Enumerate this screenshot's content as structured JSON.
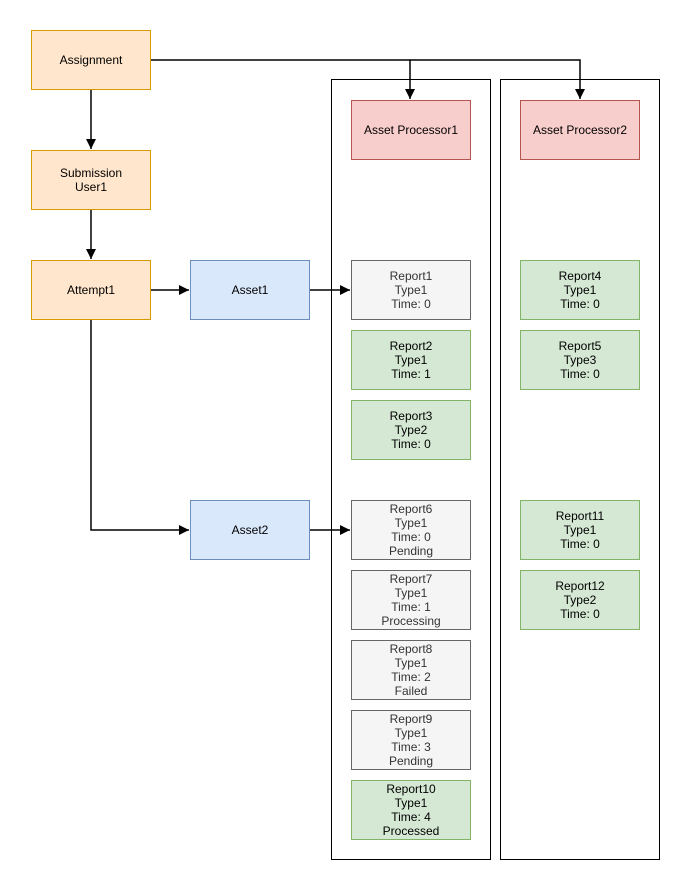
{
  "nodes": {
    "assignment": {
      "label": "Assignment"
    },
    "submission": {
      "label": "Submission\nUser1"
    },
    "attempt1": {
      "label": "Attempt1"
    },
    "asset1": {
      "label": "Asset1"
    },
    "asset2": {
      "label": "Asset2"
    }
  },
  "processors": [
    {
      "label": "Asset Processor1",
      "reports": [
        {
          "name": "Report1",
          "type": "Type1",
          "time": "Time: 0",
          "variant": "gray"
        },
        {
          "name": "Report2",
          "type": "Type1",
          "time": "Time: 1",
          "variant": "green"
        },
        {
          "name": "Report3",
          "type": "Type2",
          "time": "Time: 0",
          "variant": "green"
        },
        {
          "name": "Report6",
          "type": "Type1",
          "time": "Time: 0",
          "status": "Pending",
          "variant": "gray"
        },
        {
          "name": "Report7",
          "type": "Type1",
          "time": "Time: 1",
          "status": "Processing",
          "variant": "gray"
        },
        {
          "name": "Report8",
          "type": "Type1",
          "time": "Time: 2",
          "status": "Failed",
          "variant": "gray"
        },
        {
          "name": "Report9",
          "type": "Type1",
          "time": "Time: 3",
          "status": "Pending",
          "variant": "gray"
        },
        {
          "name": "Report10",
          "type": "Type1",
          "time": "Time: 4",
          "status": "Processed",
          "variant": "green"
        }
      ]
    },
    {
      "label": "Asset Processor2",
      "reports": [
        {
          "name": "Report4",
          "type": "Type1",
          "time": "Time: 0",
          "variant": "green"
        },
        {
          "name": "Report5",
          "type": "Type3",
          "time": "Time: 0",
          "variant": "green"
        },
        {
          "name": "Report11",
          "type": "Type1",
          "time": "Time: 0",
          "variant": "green"
        },
        {
          "name": "Report12",
          "type": "Type2",
          "time": "Time: 0",
          "variant": "green"
        }
      ]
    }
  ],
  "edges": [
    {
      "from": "Assignment",
      "to": "Submission User1"
    },
    {
      "from": "Submission User1",
      "to": "Attempt1"
    },
    {
      "from": "Attempt1",
      "to": "Asset1"
    },
    {
      "from": "Attempt1",
      "to": "Asset2"
    },
    {
      "from": "Asset1",
      "to": "Report1"
    },
    {
      "from": "Asset2",
      "to": "Report6"
    },
    {
      "from": "Assignment",
      "to": "Asset Processor1"
    },
    {
      "from": "Assignment",
      "to": "Asset Processor2"
    }
  ],
  "colors": {
    "orange_fill": "#FFE6CC",
    "orange_border": "#D79B00",
    "blue_fill": "#DAE8FC",
    "blue_border": "#6C8EBF",
    "green_fill": "#D5E8D4",
    "green_border": "#82B366",
    "red_fill": "#F8CECC",
    "red_border": "#B85450",
    "gray_fill": "#F5F5F5",
    "gray_border": "#666666",
    "edge_color": "#000000",
    "background": "#FFFFFF"
  }
}
